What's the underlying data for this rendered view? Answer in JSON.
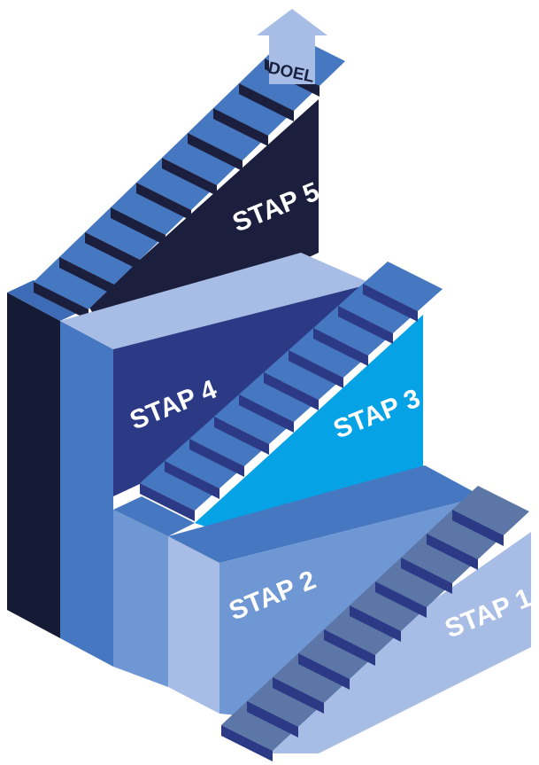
{
  "diagram": {
    "goal": "DOEL",
    "steps": [
      {
        "label": "STAP 1",
        "color": "#a8bde6"
      },
      {
        "label": "STAP 2",
        "color": "#6f97d3"
      },
      {
        "label": "STAP 3",
        "color": "#06a2e6"
      },
      {
        "label": "STAP 4",
        "color": "#2c3a86"
      },
      {
        "label": "STAP 5",
        "color": "#1b1f3d"
      }
    ],
    "colors": {
      "darkest": "#151a35",
      "navy": "#2c3a86",
      "mid_blue": "#4677c1",
      "light_blue": "#a8bde6",
      "sky": "#06a2e6",
      "goal_arrow": "#a8bde6"
    }
  }
}
